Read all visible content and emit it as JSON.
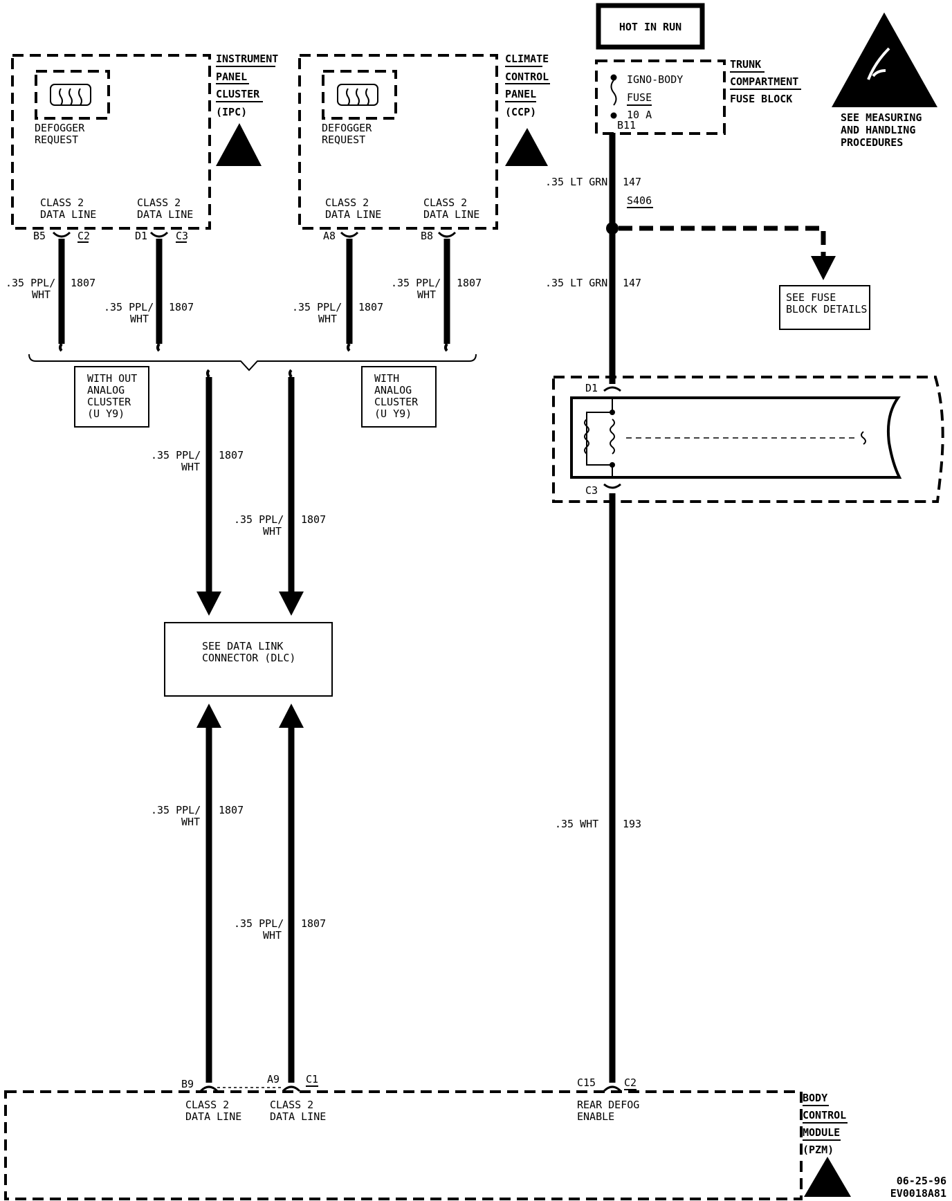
{
  "hot_in_run": "HOT IN RUN",
  "ipc": {
    "name": [
      "INSTRUMENT",
      "PANEL",
      "CLUSTER",
      "(IPC)"
    ],
    "switch_label": [
      "DEFOGGER",
      "REQUEST"
    ],
    "data_line_1": [
      "CLASS 2",
      "DATA LINE"
    ],
    "data_line_2": [
      "CLASS 2",
      "DATA LINE"
    ],
    "pin_1": "B5",
    "conn_1": "C2",
    "pin_2": "D1",
    "conn_2": "C3"
  },
  "ccp": {
    "name": [
      "CLIMATE",
      "CONTROL",
      "PANEL",
      "(CCP)"
    ],
    "switch_label": [
      "DEFOGGER",
      "REQUEST"
    ],
    "data_line_1": [
      "CLASS 2",
      "DATA LINE"
    ],
    "data_line_2": [
      "CLASS 2",
      "DATA LINE"
    ],
    "pin_1": "A8",
    "pin_2": "B8"
  },
  "fuse_block": {
    "name": [
      "TRUNK",
      "COMPARTMENT",
      "FUSE BLOCK"
    ],
    "fuse": [
      "IGNO-BODY",
      "FUSE",
      "10 A"
    ],
    "pin": "B11"
  },
  "esd_note": [
    "SEE MEASURING",
    "AND HANDLING",
    "PROCEDURES"
  ],
  "wires": {
    "w1807": {
      "gauge": ".35 PPL/",
      "color2": "WHT",
      "circuit": "1807"
    },
    "w147": {
      "gauge": ".35 LT GRN",
      "circuit": "147"
    },
    "w193": {
      "gauge": ".35 WHT",
      "circuit": "193"
    }
  },
  "splice": "S406",
  "see_fuse_block": [
    "SEE FUSE",
    "BLOCK DETAILS"
  ],
  "without_analog": [
    "WITH OUT",
    "ANALOG",
    "CLUSTER",
    "(U Y9)"
  ],
  "with_analog": [
    "WITH",
    "ANALOG",
    "CLUSTER",
    "(U Y9)"
  ],
  "dlc": [
    "SEE DATA LINK",
    "CONNECTOR (DLC)"
  ],
  "rear_window": {
    "pin_top": "D1",
    "pin_bottom": "C3"
  },
  "bcm": {
    "name": [
      "BODY",
      "CONTROL",
      "MODULE",
      "(PZM)"
    ],
    "pin_b9": "B9",
    "pin_a9": "A9",
    "conn_c1": "C1",
    "pin_c15": "C15",
    "conn_c2": "C2",
    "data_line_1": [
      "CLASS 2",
      "DATA LINE"
    ],
    "data_line_2": [
      "CLASS 2",
      "DATA LINE"
    ],
    "defog": [
      "REAR DEFOG",
      "ENABLE"
    ]
  },
  "footer": [
    "06-25-96",
    "EV0018A81"
  ]
}
